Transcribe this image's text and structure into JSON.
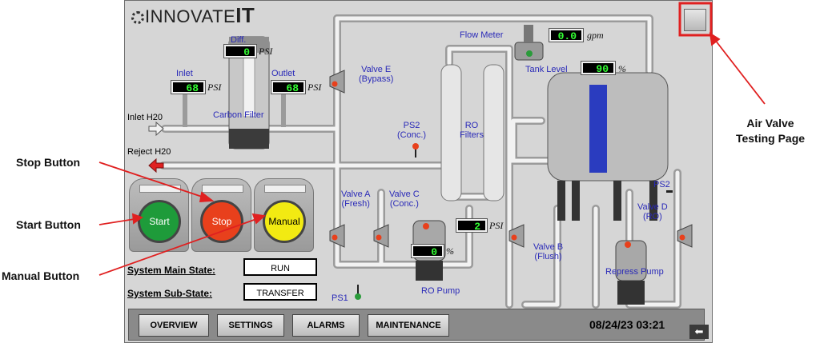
{
  "app": {
    "logo_prefix": "INNOVATE",
    "logo_suffix": "IT"
  },
  "gauges": {
    "diff": {
      "label": "Diff.",
      "value": "0",
      "unit": "PSI"
    },
    "inlet": {
      "label": "Inlet",
      "value": "68",
      "unit": "PSI"
    },
    "outlet": {
      "label": "Outlet",
      "value": "68",
      "unit": "PSI"
    },
    "flow": {
      "label": "Flow Meter",
      "value": "0.0",
      "unit": "gpm"
    },
    "tank": {
      "label": "Tank Level",
      "value": "90",
      "unit": "%"
    },
    "ro_pressure": {
      "value": "2",
      "unit": "PSI"
    },
    "ro_pump_pct": {
      "value": "0",
      "unit": "%"
    }
  },
  "labels": {
    "carbon_filter": "Carbon Filter",
    "valve_e": "Valve E\n(Bypass)",
    "ps2_conc": "PS2\n(Conc.)",
    "ro_filters": "RO\nFilters",
    "valve_a": "Valve A\n(Fresh)",
    "valve_c": "Valve C\n(Conc.)",
    "valve_b": "Valve B\n(Flush)",
    "valve_d": "Valve D\n(RO)",
    "ps2": "PS2",
    "ps1": "PS1",
    "ro_pump": "RO Pump",
    "repress_pump": "Repress Pump",
    "inlet_h2o": "Inlet H20",
    "reject_h2o": "Reject H20"
  },
  "controls": {
    "start": "Start",
    "stop": "Stop",
    "manual": "Manual"
  },
  "state": {
    "main_label": "System Main State:",
    "main_value": "RUN",
    "sub_label": "System Sub-State:",
    "sub_value": "TRANSFER"
  },
  "nav": {
    "overview": "OVERVIEW",
    "settings": "SETTINGS",
    "alarms": "ALARMS",
    "maintenance": "MAINTENANCE"
  },
  "datetime": "08/24/23 03:21",
  "annotations": {
    "stop": "Stop Button",
    "start": "Start Button",
    "manual": "Manual Button",
    "air_valve": "Air Valve\nTesting Page"
  },
  "colors": {
    "start": "#1e9b3a",
    "stop": "#e8401c",
    "manual": "#f2ea12",
    "annotation_red": "#e02020"
  },
  "icons": {
    "inlet_arrow": "arrow-right-icon",
    "reject_arrow": "arrow-left-icon",
    "corner": "return-icon"
  }
}
